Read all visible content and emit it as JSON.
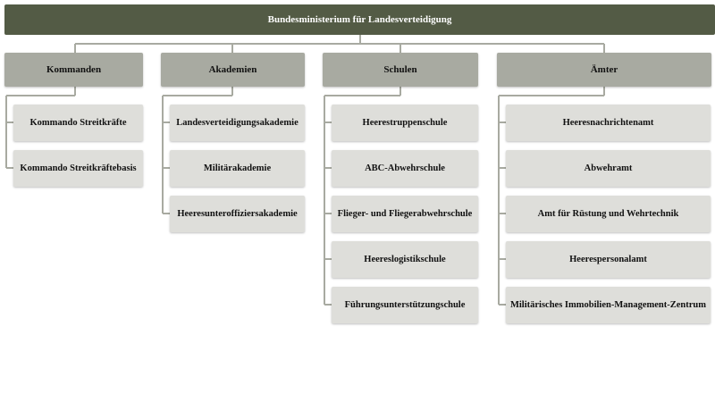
{
  "root": {
    "label": "Bundesministerium für Landesverteidigung"
  },
  "colors": {
    "root_bg": "#535b45",
    "category_bg": "#a8aaa1",
    "item_bg": "#dededa",
    "connector": "#a8aaa1"
  },
  "categories": [
    {
      "label": "Kommanden",
      "items": [
        "Kommando Streitkräfte",
        "Kommando Streitkräftebasis"
      ]
    },
    {
      "label": "Akademien",
      "items": [
        "Landesverteidigungsakademie",
        "Militärakademie",
        "Heeresunteroffiziersakademie"
      ]
    },
    {
      "label": "Schulen",
      "items": [
        "Heerestruppenschule",
        "ABC-Abwehrschule",
        "Flieger- und Fliegerabwehrschule",
        "Heereslogistikschule",
        "Führungsunterstützungschule"
      ]
    },
    {
      "label": "Ämter",
      "items": [
        "Heeresnachrichtenamt",
        "Abwehramt",
        "Amt für Rüstung und Wehrtechnik",
        "Heerespersonalamt",
        "Militärisches Immobilien-Management-Zentrum"
      ]
    }
  ]
}
